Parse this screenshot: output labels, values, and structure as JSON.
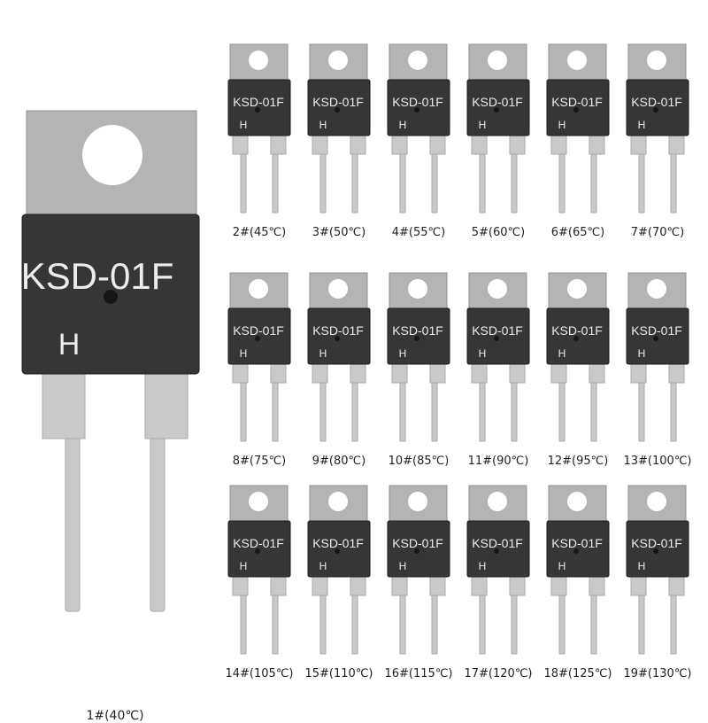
{
  "colors": {
    "tab": "#b4b4b4",
    "tab_dark": "#8f8f8f",
    "body": "#363636",
    "body_edge": "#1c1c1c",
    "lead": "#c9c9c9",
    "marking": "#ececec",
    "background": "#ffffff"
  },
  "marking": {
    "model": "KSD-01F",
    "grade": "H"
  },
  "featured": {
    "label": "1#(40℃)"
  },
  "variants": [
    {
      "label": "2#(45℃)"
    },
    {
      "label": "3#(50℃)"
    },
    {
      "label": "4#(55℃)"
    },
    {
      "label": "5#(60℃)"
    },
    {
      "label": "6#(65℃)"
    },
    {
      "label": "7#(70℃)"
    },
    {
      "label": "8#(75℃)"
    },
    {
      "label": "9#(80℃)"
    },
    {
      "label": "10#(85℃)"
    },
    {
      "label": "11#(90℃)"
    },
    {
      "label": "12#(95℃)"
    },
    {
      "label": "13#(100℃)"
    },
    {
      "label": "14#(105℃)"
    },
    {
      "label": "15#(110℃)"
    },
    {
      "label": "16#(115℃)"
    },
    {
      "label": "17#(120℃)"
    },
    {
      "label": "18#(125℃)"
    },
    {
      "label": "19#(130℃)"
    }
  ]
}
